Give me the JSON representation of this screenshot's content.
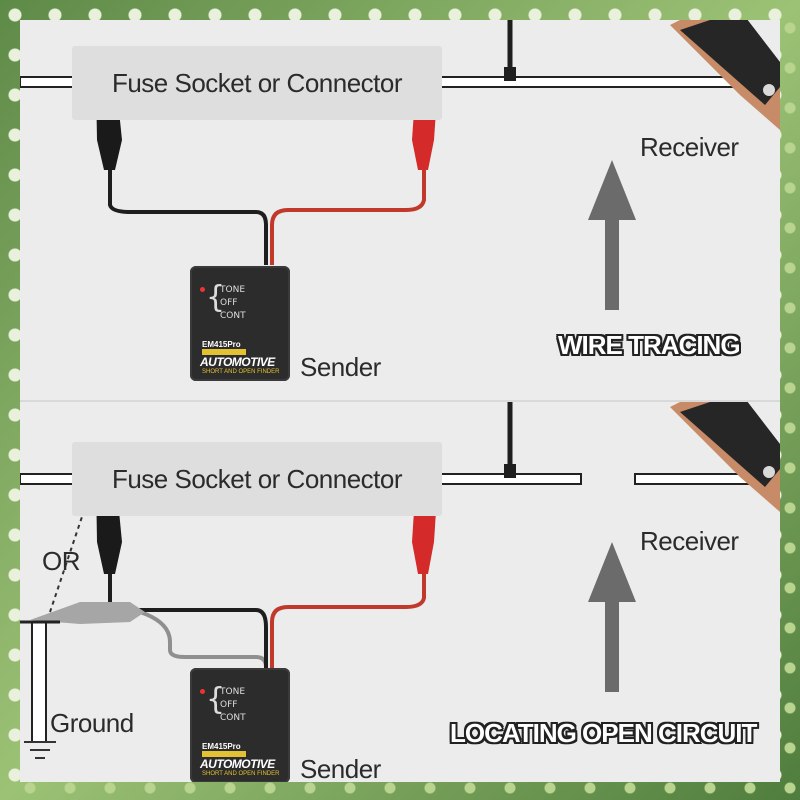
{
  "top_panel": {
    "connector_label": "Fuse Socket or Connector",
    "receiver_label": "Receiver",
    "sender_label": "Sender",
    "caption": "WIRE TRACING"
  },
  "bottom_panel": {
    "connector_label": "Fuse Socket or Connector",
    "receiver_label": "Receiver",
    "sender_label": "Sender",
    "or_label": "OR",
    "ground_label": "Ground",
    "caption": "LOCATING OPEN CIRCUIT"
  },
  "sender_device": {
    "switch_tone": "TONE",
    "switch_off": "OFF",
    "switch_cont": "CONT",
    "model_code": "EM415Pro",
    "model_name": "AUTOMOTIVE",
    "model_sub": "SHORT AND OPEN FINDER"
  },
  "colors": {
    "wire_red": "#c0392b",
    "wire_black": "#1e1e1e",
    "clip_red": "#d42a2a",
    "clip_black": "#1a1a1a",
    "arrow": "#6b6b6b"
  }
}
